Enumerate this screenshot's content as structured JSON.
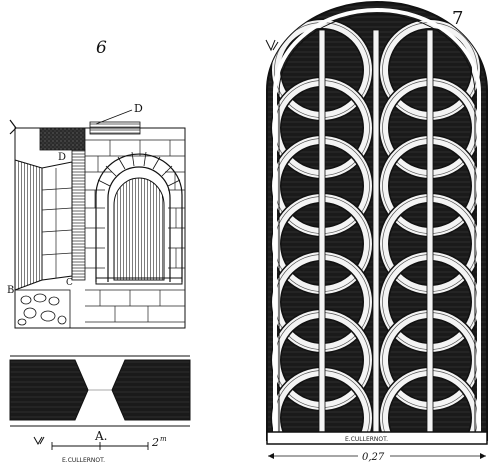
{
  "figures": {
    "left": {
      "number": "6",
      "labels": {
        "d_top": "D",
        "d_mid": "D",
        "b": "B",
        "c": "C"
      },
      "section_label": "A.",
      "scale_text": "2",
      "scale_unit": "m",
      "artist_signature": "E.CULLERNOT."
    },
    "right": {
      "number": "7",
      "artist_signature": "E.CULLERNOT.",
      "scale_text": "0,27"
    }
  },
  "colors": {
    "ink": "#111111",
    "paper": "#ffffff",
    "shade": "#3a3a3a"
  },
  "icons": [
    "monogram-icon"
  ]
}
